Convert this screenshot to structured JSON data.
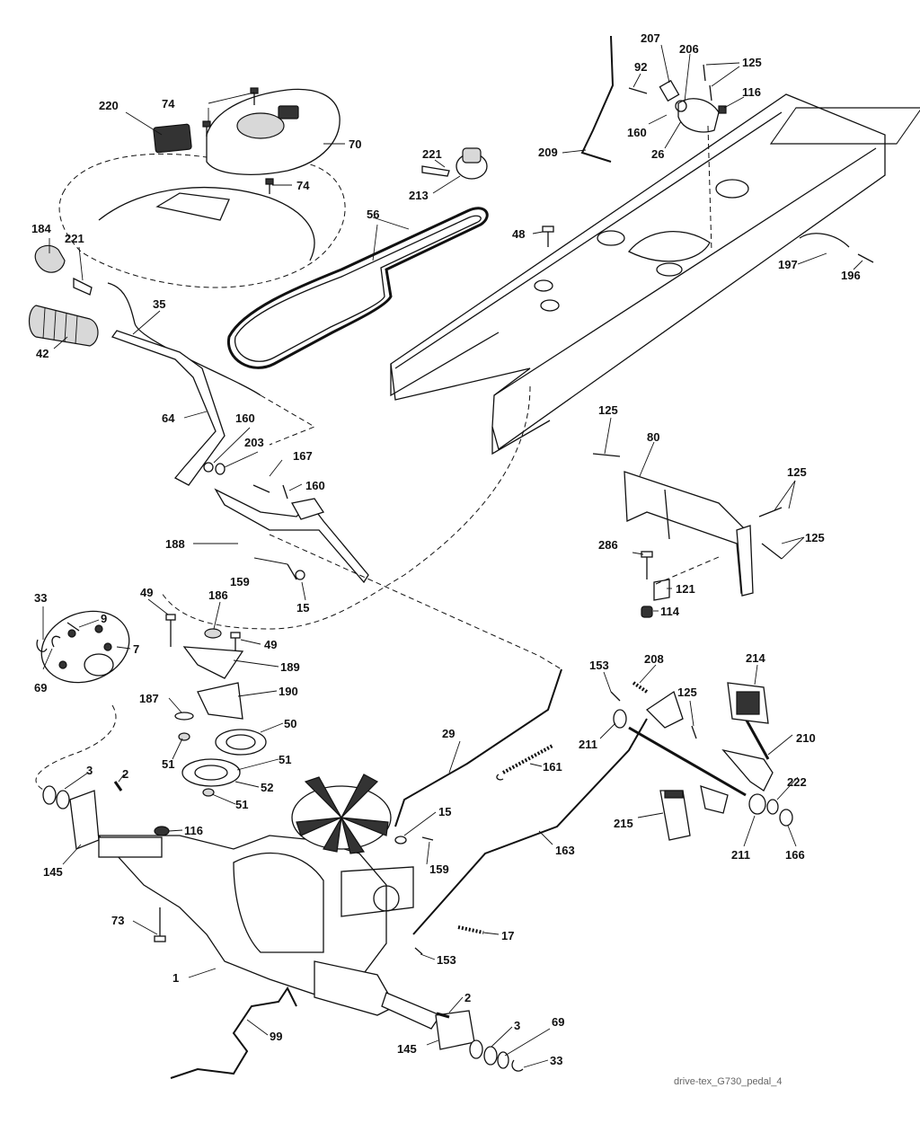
{
  "caption": "drive-tex_G730_pedal_4",
  "labels": {
    "l220": "220",
    "l74a": "74",
    "l70": "70",
    "l74b": "74",
    "l184": "184",
    "l221a": "221",
    "l42": "42",
    "l35": "35",
    "l64": "64",
    "l56": "56",
    "l221b": "221",
    "l213": "213",
    "l207": "207",
    "l206": "206",
    "l125a": "125",
    "l92": "92",
    "l116a": "116",
    "l160a": "160",
    "l26": "26",
    "l209": "209",
    "l48": "48",
    "l197": "197",
    "l196": "196",
    "l160b": "160",
    "l203": "203",
    "l167": "167",
    "l160c": "160",
    "l188": "188",
    "l159a": "159",
    "l15a": "15",
    "l125b": "125",
    "l80": "80",
    "l125c": "125",
    "l125d": "125",
    "l286": "286",
    "l121": "121",
    "l114": "114",
    "l33a": "33",
    "l9": "9",
    "l7": "7",
    "l69a": "69",
    "l49a": "49",
    "l186": "186",
    "l49b": "49",
    "l189": "189",
    "l187": "187",
    "l190": "190",
    "l50": "50",
    "l51a": "51",
    "l51b": "51",
    "l52": "52",
    "l51c": "51",
    "l3a": "3",
    "l2a": "2",
    "l116b": "116",
    "l145a": "145",
    "l73": "73",
    "l1": "1",
    "l99": "99",
    "l29": "29",
    "l161": "161",
    "l15b": "15",
    "l159b": "159",
    "l153a": "153",
    "l208": "208",
    "l125e": "125",
    "l211a": "211",
    "l214": "214",
    "l210": "210",
    "l163": "163",
    "l215": "215",
    "l222": "222",
    "l211b": "211",
    "l166": "166",
    "l17": "17",
    "l153b": "153",
    "l2b": "2",
    "l145b": "145",
    "l3b": "3",
    "l69b": "69",
    "l33b": "33"
  }
}
